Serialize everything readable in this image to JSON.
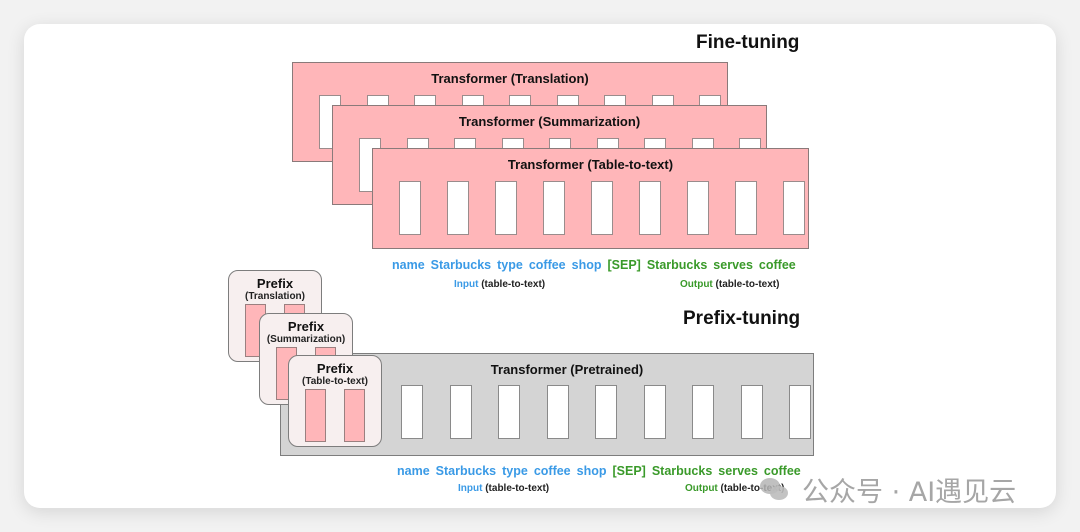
{
  "fine_tuning": {
    "title": "Fine-tuning",
    "transformers": [
      {
        "label": "Transformer (Translation)"
      },
      {
        "label": "Transformer (Summarization)"
      },
      {
        "label": "Transformer (Table-to-text)"
      }
    ],
    "tokens_input": [
      "name",
      "Starbucks",
      "type",
      "coffee",
      "shop"
    ],
    "tokens_output": [
      "[SEP]",
      "Starbucks",
      "serves",
      "coffee"
    ],
    "input_caption": {
      "word": "Input",
      "rest": "(table-to-text)"
    },
    "output_caption": {
      "word": "Output",
      "rest": "(table-to-text)"
    }
  },
  "prefix_tuning": {
    "title": "Prefix-tuning",
    "prefixes": [
      {
        "title": "Prefix",
        "sub": "(Translation)"
      },
      {
        "title": "Prefix",
        "sub": "(Summarization)"
      },
      {
        "title": "Prefix",
        "sub": "(Table-to-text)"
      }
    ],
    "transformer_label": "Transformer  (Pretrained)",
    "tokens_input": [
      "name",
      "Starbucks",
      "type",
      "coffee",
      "shop"
    ],
    "tokens_output": [
      "[SEP]",
      "Starbucks",
      "serves",
      "coffee"
    ],
    "input_caption": {
      "word": "Input",
      "rest": "(table-to-text)"
    },
    "output_caption": {
      "word": "Output",
      "rest": "(table-to-text)"
    }
  },
  "colors": {
    "finetune_fill": "#ffb6b9",
    "pretrained_fill": "#d4d4d4",
    "input_token": "#3a9ae6",
    "output_token": "#3a9a2a"
  },
  "watermark": {
    "text": "公众号 · AI遇见云"
  }
}
